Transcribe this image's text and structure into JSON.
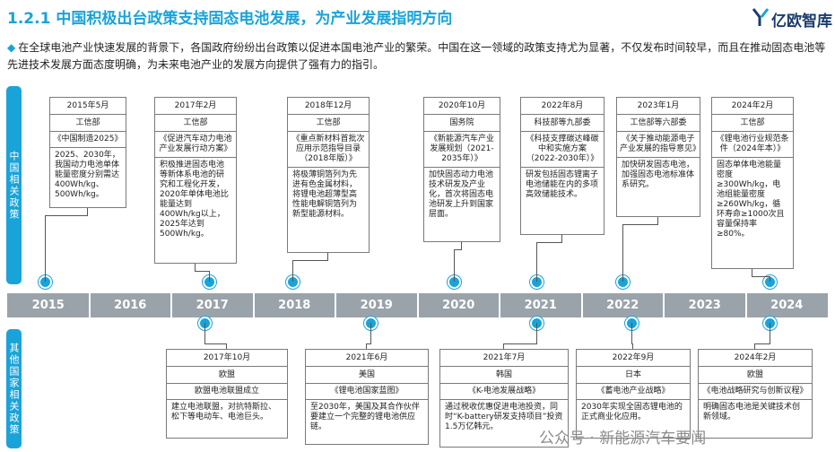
{
  "header": {
    "title": "1.2.1 中国积极出台政策支持固态电池发展，为产业发展指明方向",
    "logo_text": "亿欧智库",
    "intro_marker": "◆",
    "intro": "在全球电池产业快速发展的背景下，各国政府纷纷出台政策以促进本国电池产业的繁荣。中国在这一领域的政策支持尤为显著，不仅发布时间较早，而且在推动固态电池等先进技术发展方面态度明确，为未来电池产业的发展方向提供了强有力的指引。"
  },
  "sidebars": {
    "china": "中国相关政策",
    "intl": "其他国家相关政策"
  },
  "colors": {
    "accent": "#1aa3d9",
    "timeline": "#9aa3aa",
    "logo_dark": "#1a3c6e"
  },
  "years": [
    "2015",
    "2016",
    "2017",
    "2018",
    "2019",
    "2020",
    "2021",
    "2022",
    "2023",
    "2024"
  ],
  "china_policies": [
    {
      "date": "2015年5月",
      "org": "工信部",
      "name": "《中国制造2025》",
      "desc": "2025、2030年，我国动力电池单体能量密度分别需达400Wh/kg、500Wh/kg。"
    },
    {
      "date": "2017年2月",
      "org": "工信部",
      "name": "《促进汽车动力电池产业发展行动方案》",
      "desc": "积极推进固态电池等新体系电池的研究和工程化开发，2020年单体电池比能量达到400Wh/kg以上，2025年达到500Wh/kg。"
    },
    {
      "date": "2018年12月",
      "org": "工信部",
      "name": "《重点新材料首批次应用示范指导目录（2018年版）》",
      "desc": "将极薄铜箔列为先进有色金属材料，将锂电池超薄型高性能电解铜箔列为新型能源材料。"
    },
    {
      "date": "2020年10月",
      "org": "国务院",
      "name": "《新能源汽车产业发展规划（2021-2035年）》",
      "desc": "加快固态动力电池技术研发及产业化，首次将固态电池研发上升到国家层面。"
    },
    {
      "date": "2022年8月",
      "org": "科技部等九部委",
      "name": "《科技支撑碳达峰碳中和实施方案（2022-2030年）》",
      "desc": "研发包括固态锂离子电池储能在内的多项高效储能技术。"
    },
    {
      "date": "2023年1月",
      "org": "工信部等六部委",
      "name": "《关于推动能源电子产业发展的指导意见》",
      "desc": "加快研发固态电池，加强固态电池标准体系研究。"
    },
    {
      "date": "2024年2月",
      "org": "工信部",
      "name": "《锂电池行业规范条件（2024年本）》",
      "desc": "固态单体电池能量密度≥300Wh/kg，电池组能量密度≥260Wh/kg，循环寿命≥1000次且容量保持率≥80%。"
    }
  ],
  "intl_policies": [
    {
      "date": "2017年10月",
      "org": "欧盟",
      "name": "欧盟电池联盟成立",
      "desc": "建立电池联盟，对抗特斯拉、松下等电动车、电池巨头。"
    },
    {
      "date": "2021年6月",
      "org": "美国",
      "name": "《锂电池国家蓝图》",
      "desc": "至2030年，美国及其合作伙伴要建立一个完整的锂电池供应链。"
    },
    {
      "date": "2021年7月",
      "org": "韩国",
      "name": "《K-电池发展战略》",
      "desc": "通过税收优惠促进电池投资，同时“K-battery研发支持项目”投资1.5万亿韩元。"
    },
    {
      "date": "2022年9月",
      "org": "日本",
      "name": "《蓄电池产业战略》",
      "desc": "2030年实现全固态锂电池的正式商业化应用。"
    },
    {
      "date": "2024年2月",
      "org": "欧盟",
      "name": "《电池战略研究与创新议程》",
      "desc": "明确固态电池是关键技术创新领域。"
    }
  ],
  "watermark": "公众号 · 新能源汽车要闻"
}
